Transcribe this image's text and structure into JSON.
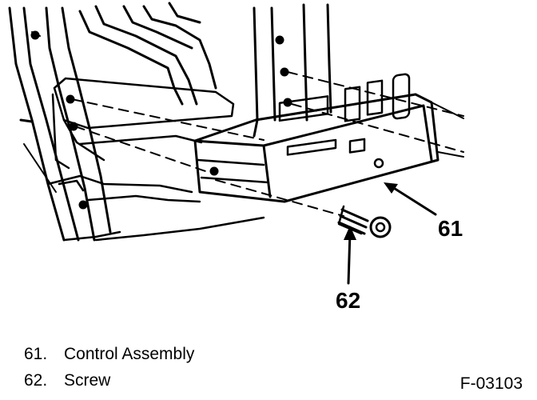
{
  "callouts": {
    "a": "61",
    "b": "62"
  },
  "legend": [
    {
      "num": "61.",
      "label": "Control Assembly"
    },
    {
      "num": "62.",
      "label": "Screw"
    }
  ],
  "figure_id": "F-03103",
  "colors": {
    "ink": "#000000",
    "paper": "#ffffff"
  }
}
